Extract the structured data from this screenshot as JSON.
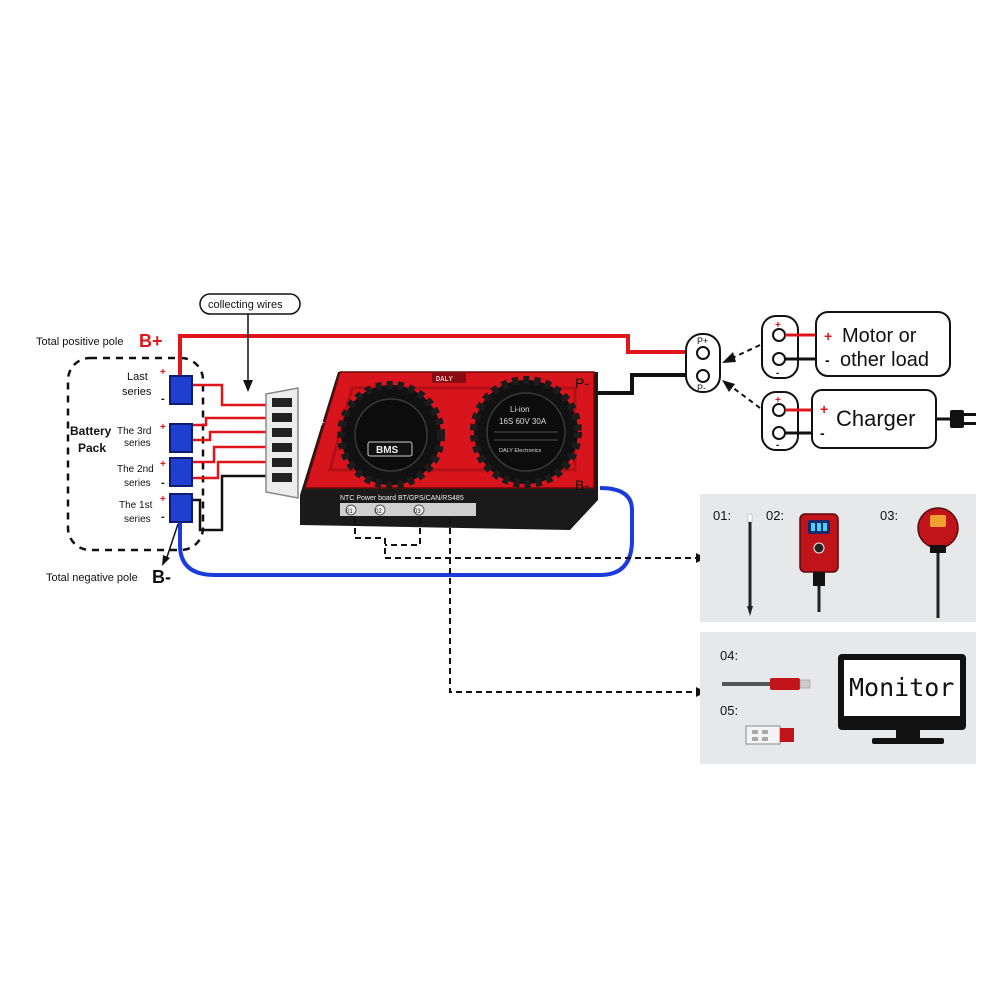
{
  "labels": {
    "collecting_wires": "collecting wires",
    "total_positive": "Total positive pole",
    "b_plus": "B+",
    "total_negative": "Total negative pole",
    "b_minus": "B-",
    "battery_pack_1": "Battery",
    "battery_pack_2": "Pack",
    "last_1": "Last",
    "last_2": "series",
    "third_1": "The 3rd",
    "third_2": "series",
    "second_1": "The 2nd",
    "second_2": "series",
    "first_1": "The 1st",
    "first_2": "series",
    "plus": "+",
    "minus": "-"
  },
  "bms": {
    "top_tag": "DALY",
    "logo": "BMS",
    "spec_1": "Li-ion",
    "spec_2": "16S 60V 30A",
    "brand": "DALY Electronics",
    "ports_label": "NTC Power board BT/GPS/CAN/RS485",
    "port_01": "01",
    "port_02": "02",
    "port_03": "03",
    "p_minus": "P-",
    "b_minus_term": "B-"
  },
  "terminals": {
    "p_plus": "P+",
    "p_minus": "P-"
  },
  "loads": {
    "motor_1": "Motor or",
    "motor_2": "other load",
    "charger": "Charger"
  },
  "accessories": {
    "item_01": "01:",
    "item_02": "02:",
    "item_03": "03:",
    "item_04": "04:",
    "item_05": "05:",
    "monitor": "Monitor"
  },
  "colors": {
    "positive_wire": "#e0141b",
    "negative_wire": "#111111",
    "balance_wire": "#1a3cdc",
    "bms_red": "#d8141c",
    "cell_blue": "#1f3fd0",
    "panel_gray": "#e6e8ea"
  }
}
